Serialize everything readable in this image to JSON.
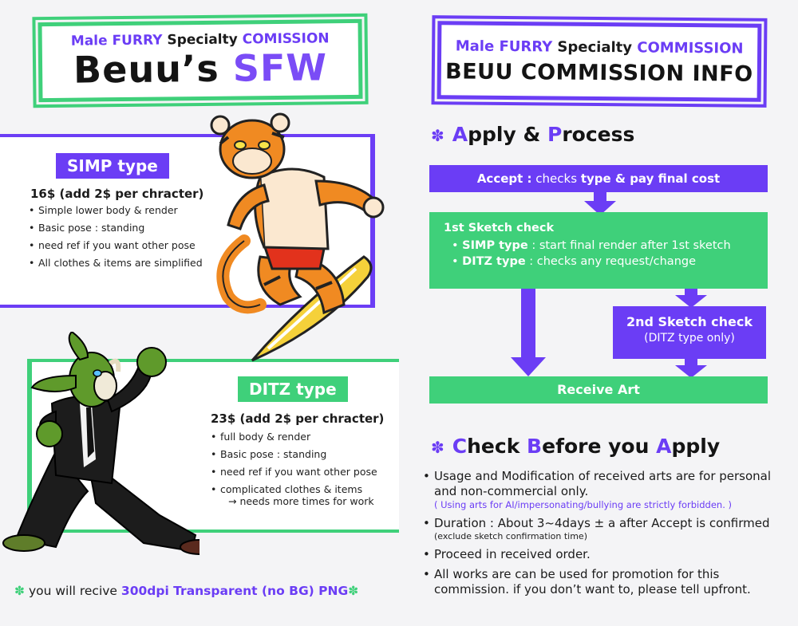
{
  "left_title": {
    "sub_prefix": "Male",
    "sub_mid": "FURRY",
    "sub_word": "Specialty",
    "sub_end": "COMISSION",
    "name": "Beuu’s",
    "sfw": "SFW"
  },
  "right_title": {
    "sub_prefix": "Male",
    "sub_mid": "FURRY",
    "sub_word": "Specialty",
    "sub_end": "COMMISSION",
    "main": "BEUU COMMISSION INFO"
  },
  "simp": {
    "badge": "SIMP type",
    "price": "16$ (add 2$ per chracter)",
    "items": [
      "Simple lower body & render",
      "Basic pose : standing",
      "need ref if you want other pose",
      "All clothes & items are simplified"
    ]
  },
  "ditz": {
    "badge": "DITZ type",
    "price": "23$ (add 2$ per chracter)",
    "items": [
      "full body & render",
      "Basic pose : standing",
      "need ref if you want other pose",
      "complicated clothes & items"
    ],
    "item4_cont": "→ needs more times for work"
  },
  "note": {
    "prefix": "you will recive",
    "highlight": "300dpi Transparent (no BG) PNG"
  },
  "apply": {
    "heading_c1": "A",
    "heading_r1": "pply &",
    "heading_c2": "P",
    "heading_r2": "rocess",
    "accept_bold": "Accept :",
    "accept_mid": "checks",
    "accept_bold2": "type & pay final cost",
    "sketch1_title": "1st Sketch check",
    "sketch1_simp_bold": "SIMP type",
    "sketch1_simp_text": ": start final render after 1st sketch",
    "sketch1_ditz_bold": "DITZ type",
    "sketch1_ditz_text": ": checks any request/change",
    "sketch2_title": "2nd Sketch check",
    "sketch2_sub": "(DITZ type only)",
    "receive": "Receive Art"
  },
  "check": {
    "heading_c1": "C",
    "heading_r1": "heck",
    "heading_c2": "B",
    "heading_r2": "efore you",
    "heading_c3": "A",
    "heading_r3": "pply",
    "item1": "Usage and Modification of received arts are for personal and non-commercial only.",
    "item1_warn": "( Using arts for AI/impersonating/bullying are strictly forbidden. )",
    "item2": "Duration : About 3~4days ± a after Accept is confirmed",
    "item2_small": "(exclude sketch confirmation time)",
    "item3": "Proceed in received order.",
    "item4": "All works are can be used for promotion for this commission. if you don’t want to, please tell upfront."
  },
  "colors": {
    "purple": "#6b3df5",
    "green": "#3fd07a"
  }
}
